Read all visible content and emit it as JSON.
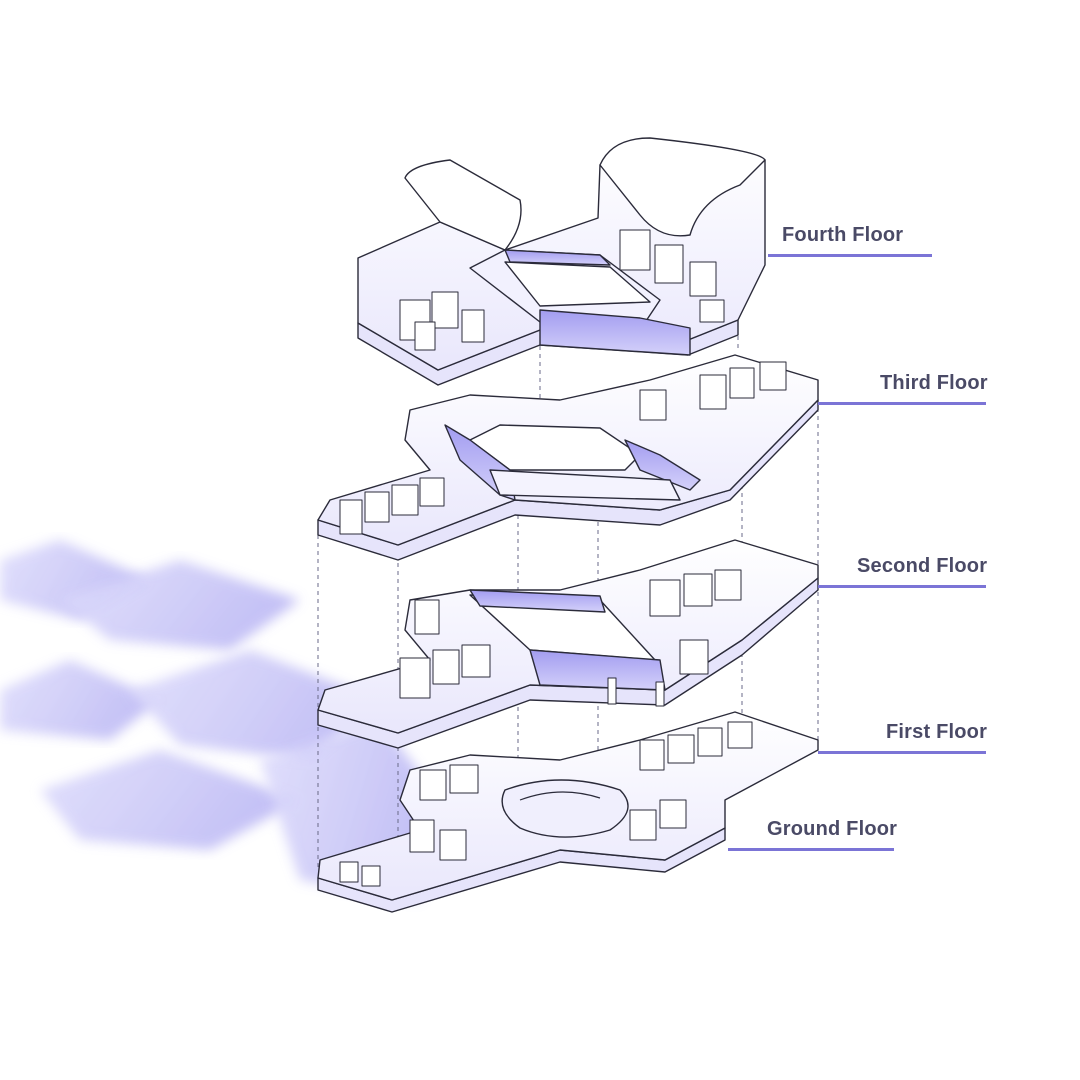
{
  "floors": [
    {
      "name": "Fourth Floor"
    },
    {
      "name": "Third Floor"
    },
    {
      "name": "Second Floor"
    },
    {
      "name": "First Floor"
    },
    {
      "name": "Ground Floor"
    }
  ],
  "colors": {
    "accent": "#7b74d6",
    "accent_light": "#b9b4f2",
    "shadow": "#c8c6f6",
    "outline": "#2b2b3a",
    "label_text": "#4a4a66"
  }
}
